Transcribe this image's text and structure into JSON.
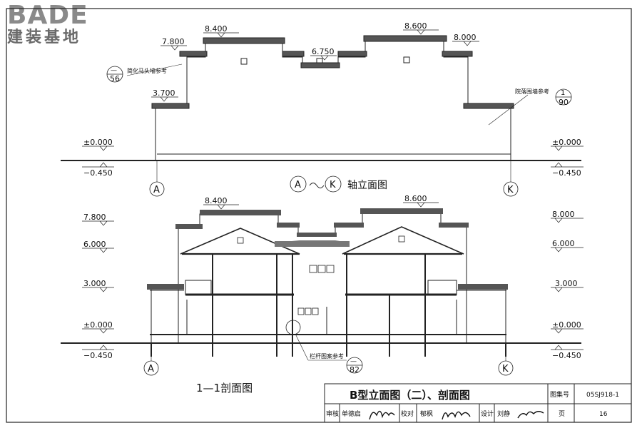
{
  "logo": {
    "brand": "BADE",
    "brand_cn": "建装基地"
  },
  "elevation": {
    "levels": {
      "l8400": "8.400",
      "l8600": "8.600",
      "l7800": "7.800",
      "l8000": "8.000",
      "l6750": "6.750",
      "l3700": "3.700",
      "l0": "±0.000",
      "lm450": "−0.450"
    },
    "notes": {
      "left": "简化马头墙参考",
      "right": "院落围墙参考"
    },
    "refs": {
      "left_num": "—",
      "left_page": "56",
      "right_num": "1",
      "right_page": "90"
    },
    "axis_start": "A",
    "axis_end": "K",
    "title_suffix": "轴立面图"
  },
  "section": {
    "levels": {
      "l8400": "8.400",
      "l8600": "8.600",
      "l7800": "7.800",
      "l8000": "8.000",
      "l6000": "6.000",
      "l3000": "3.000",
      "l0": "±0.000",
      "lm450": "−0.450"
    },
    "note": "栏杆图案参考",
    "ref_num": "—",
    "ref_page": "82",
    "axis_start": "A",
    "axis_end": "K",
    "title": "1—1剖面图"
  },
  "title_block": {
    "drawing_title": "B型立面图（二）、剖面图",
    "atlas_label": "图集号",
    "atlas_no": "05SJ918-1",
    "review_label": "审核",
    "reviewer": "单德启",
    "check_label": "校对",
    "checker": "郁枫",
    "design_label": "设计",
    "designer": "刘静",
    "page_label": "页",
    "page_no": "16"
  }
}
